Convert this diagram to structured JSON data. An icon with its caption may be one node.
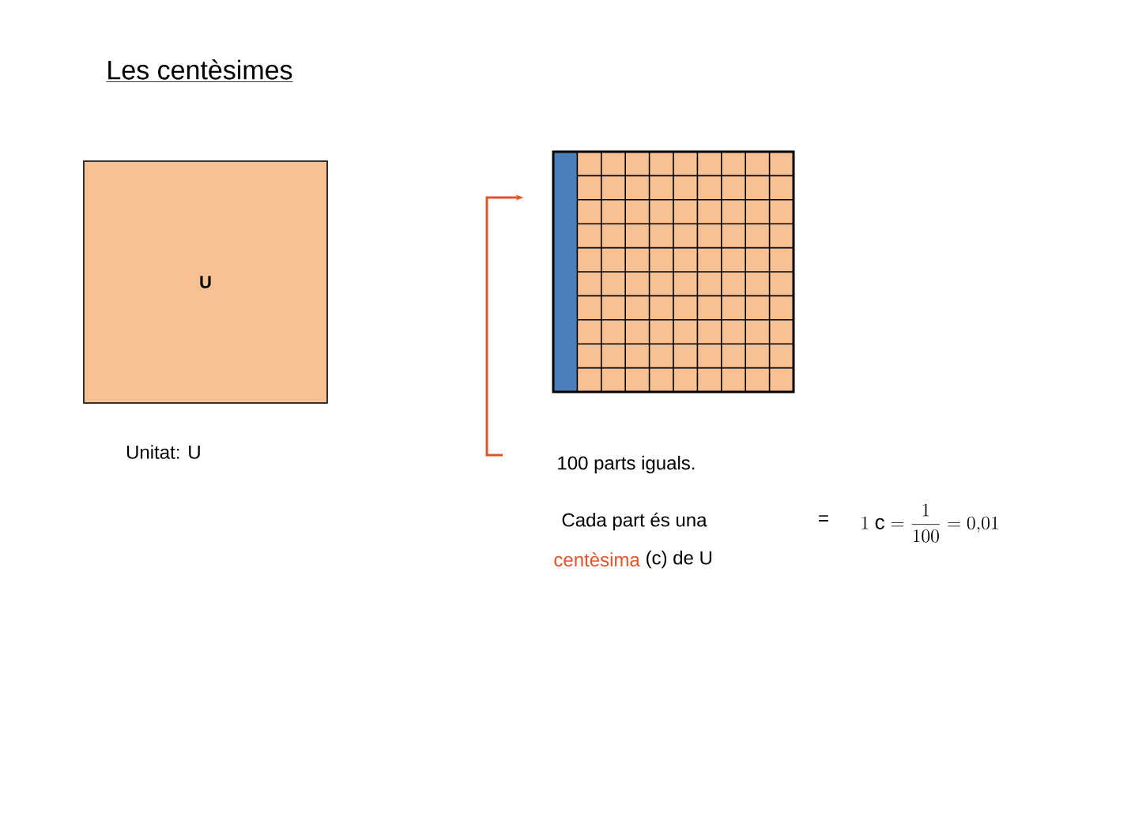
{
  "diagram": {
    "title": "Les centèsimes",
    "nodes": [
      {
        "text": [
          "U"
        ],
        "beside": [
          "Unitat: U"
        ]
      },
      {
        "text": [],
        "shape": "box"
      },
      {
        "text": [
          "100 parts iguals."
        ]
      }
    ],
    "edges": [
      {
        "from": 2,
        "to": 1,
        "arrow": "to",
        "color": "#e0542b"
      }
    ],
    "labels": [
      "Cada part és una",
      "centèsima",
      "(c) de U",
      "=",
      "1\\ \\mathrm{c}=\\frac{1}{100}=0{,}01"
    ]
  }
}
